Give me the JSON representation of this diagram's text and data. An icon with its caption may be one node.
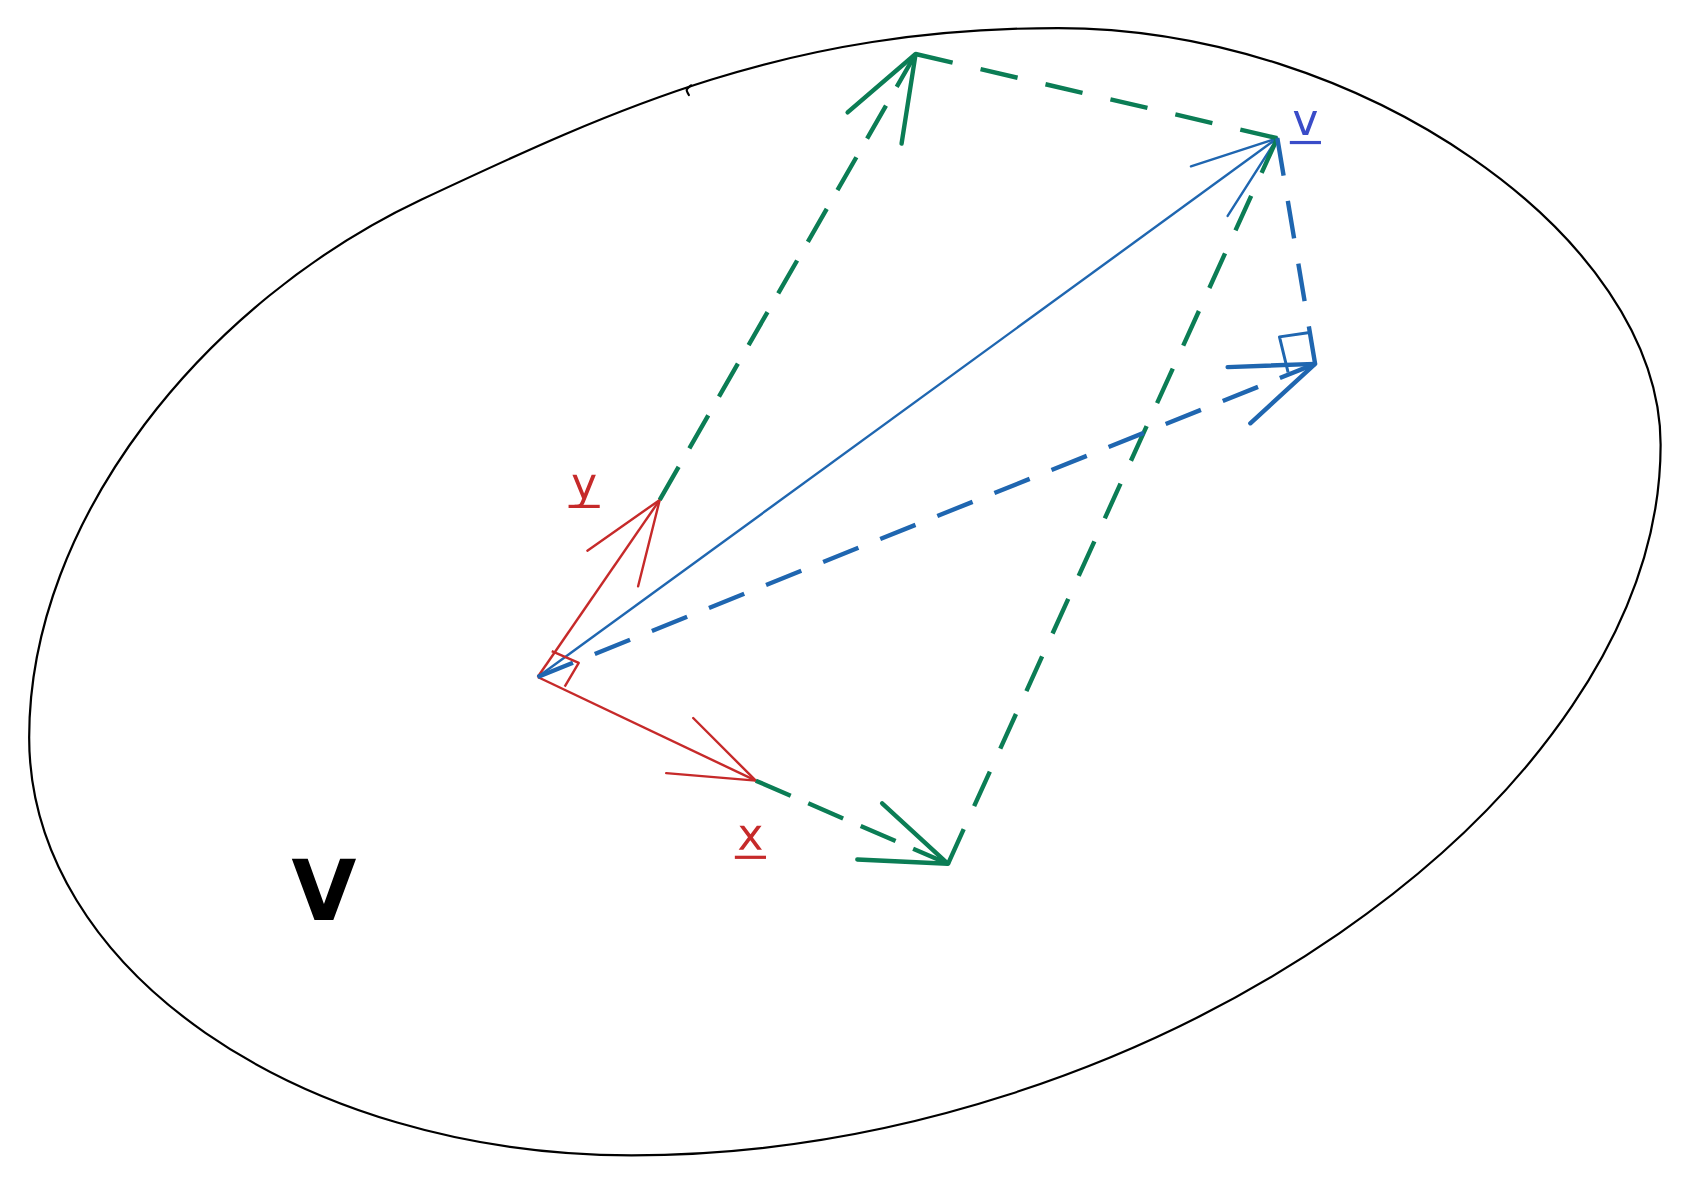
{
  "diagram": {
    "nodes": [
      {
        "text": [
          "V"
        ]
      }
    ],
    "labels": [
      "v",
      "y",
      "x"
    ]
  }
}
